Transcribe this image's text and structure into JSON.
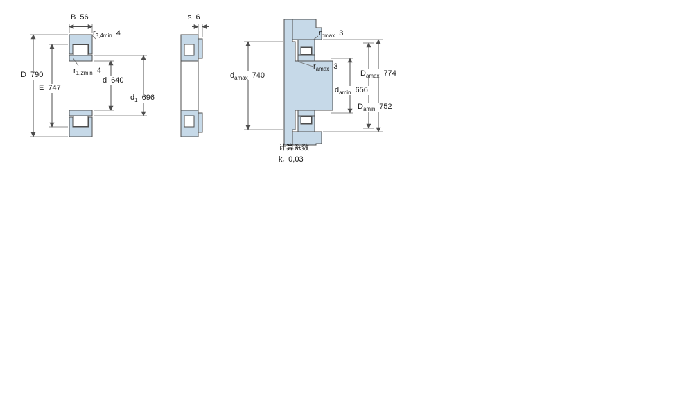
{
  "labels": {
    "B": {
      "sym": "B",
      "sub": "",
      "value": "56"
    },
    "r34": {
      "sym": "r",
      "sub": "3,4min",
      "value": "4"
    },
    "r12": {
      "sym": "r",
      "sub": "1,2min",
      "value": "4"
    },
    "d": {
      "sym": "d",
      "sub": "",
      "value": "640"
    },
    "d1": {
      "sym": "d",
      "sub": "1",
      "value": "696"
    },
    "D": {
      "sym": "D",
      "sub": "",
      "value": "790"
    },
    "E": {
      "sym": "E",
      "sub": "",
      "value": "747"
    },
    "s": {
      "sym": "s",
      "sub": "",
      "value": "6"
    },
    "rb": {
      "sym": "r",
      "sub": "bmax",
      "value": "3"
    },
    "ra": {
      "sym": "r",
      "sub": "amax",
      "value": "3"
    },
    "damax": {
      "sym": "d",
      "sub": "amax",
      "value": "740"
    },
    "damin": {
      "sym": "d",
      "sub": "amin",
      "value": "656"
    },
    "Damax": {
      "sym": "D",
      "sub": "amax",
      "value": "774"
    },
    "Damin": {
      "sym": "D",
      "sub": "amin",
      "value": "752"
    }
  },
  "calc": {
    "title": "计算系数",
    "k": {
      "sym": "k",
      "sub": "r",
      "value": "0,03"
    }
  },
  "colors": {
    "fill": "#c6d9e8",
    "line": "#4d4d4d",
    "text": "#1a1a1a"
  }
}
